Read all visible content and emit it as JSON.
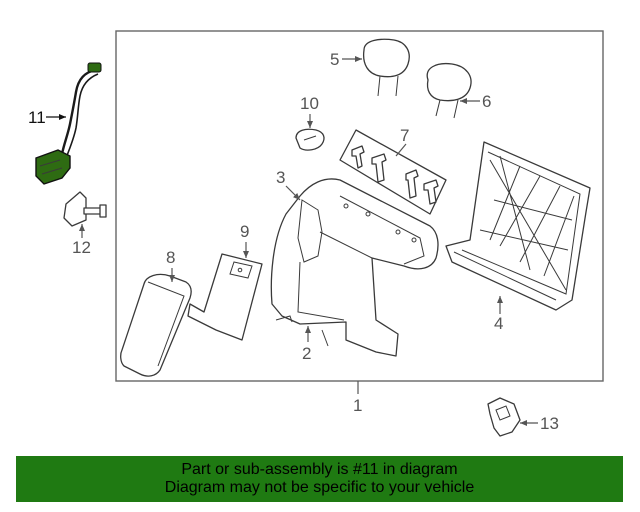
{
  "diagram": {
    "callouts": {
      "c1": "1",
      "c2": "2",
      "c3": "3",
      "c4": "4",
      "c5": "5",
      "c6": "6",
      "c7": "7",
      "c8": "8",
      "c9": "9",
      "c10": "10",
      "c11": "11",
      "c12": "12",
      "c13": "13"
    },
    "highlight_part": "11",
    "colors": {
      "wire": "#1a1a1a",
      "connector": "#2e6b12",
      "banner": "#1f7a12"
    }
  },
  "banner": {
    "line1": "Part or sub-assembly is #11 in diagram",
    "line2": "Diagram may not be specific to your vehicle"
  }
}
